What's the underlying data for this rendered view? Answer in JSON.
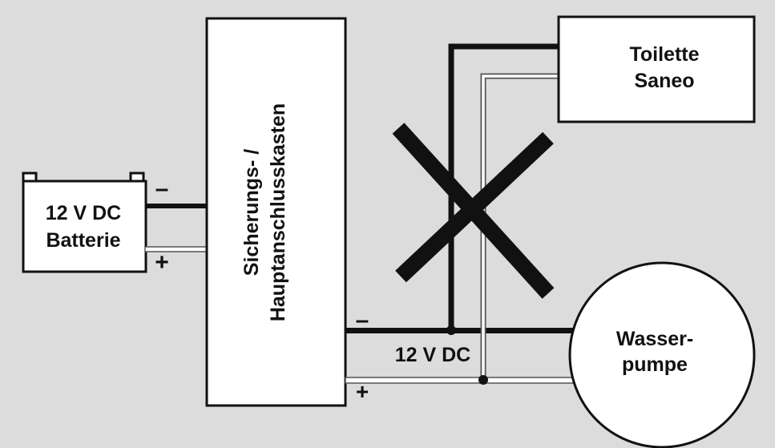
{
  "colors": {
    "background": "#dcdcdc",
    "box_fill": "#ffffff",
    "stroke": "#111111",
    "wire_outline": "#555555"
  },
  "battery": {
    "line1": "12 V DC",
    "line2": "Batterie",
    "minus": "–",
    "plus": "+"
  },
  "fusebox": {
    "line1": "Sicherungs- /",
    "line2": "Hauptanschlusskasten"
  },
  "toilet": {
    "line1": "Toilette",
    "line2": "Saneo"
  },
  "pump": {
    "line1": "Wasser-",
    "line2": "pumpe"
  },
  "output": {
    "minus": "–",
    "plus": "+",
    "voltage": "12 V DC"
  },
  "icons": {
    "cross": "cross-out-x-icon"
  }
}
